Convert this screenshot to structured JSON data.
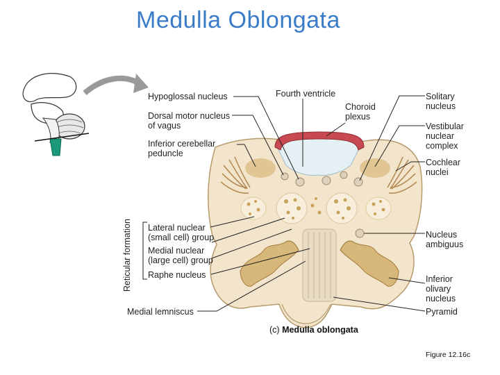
{
  "title": "Medulla Oblongata",
  "caption": {
    "prefix": "(c)",
    "text": "Medulla oblongata"
  },
  "figure_ref": "Figure 12.16c",
  "group_label": "Reticular formation",
  "labels_left": {
    "hypoglossal": "Hypoglossal nucleus",
    "dorsal_motor_1": "Dorsal motor nucleus",
    "dorsal_motor_2": "of vagus",
    "inf_cerebellar_1": "Inferior cerebellar",
    "inf_cerebellar_2": "peduncle",
    "lateral_1": "Lateral nuclear",
    "lateral_2": "(small cell) group",
    "medial_1": "Medial nuclear",
    "medial_2": "(large cell) group",
    "raphe": "Raphe nucleus",
    "medial_lemniscus": "Medial lemniscus"
  },
  "labels_top": {
    "fourth_ventricle": "Fourth ventricle",
    "choroid_1": "Choroid",
    "choroid_2": "plexus"
  },
  "labels_right": {
    "solitary_1": "Solitary",
    "solitary_2": "nucleus",
    "vestibular_1": "Vestibular",
    "vestibular_2": "nuclear",
    "vestibular_3": "complex",
    "cochlear_1": "Cochlear",
    "cochlear_2": "nuclei",
    "ambiguus_1": "Nucleus",
    "ambiguus_2": "ambiguus",
    "olivary_1": "Inferior",
    "olivary_2": "olivary",
    "olivary_3": "nucleus",
    "pyramid": "Pyramid"
  },
  "colors": {
    "title": "#3a7cc7",
    "tissue": "#f3e5cc",
    "nucleus": "#c9a25a",
    "choroid": "#c8494f",
    "ventricle": "#e4f0f4",
    "brainstem_tag": "#1a9a7a"
  }
}
